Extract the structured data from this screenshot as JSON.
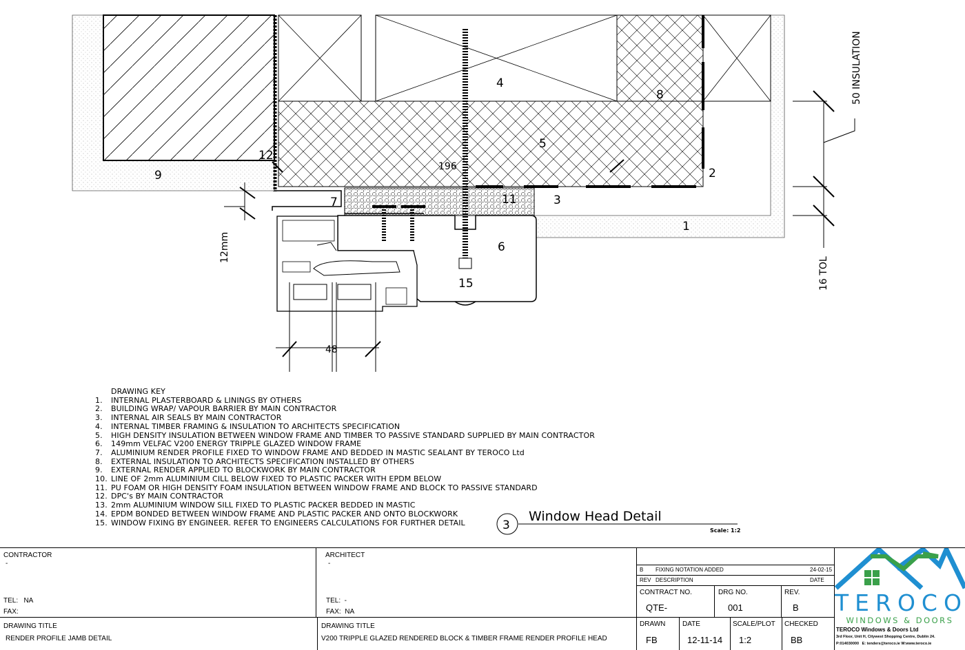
{
  "callouts": {
    "c1": "1",
    "c2": "2",
    "c3": "3",
    "c4": "4",
    "c5": "5",
    "c6": "6",
    "c7": "7",
    "c8": "8",
    "c9": "9",
    "c11": "11",
    "c12": "12",
    "c15": "15"
  },
  "dimensions": {
    "d196": "196",
    "d48": "48",
    "d12mm": "12mm",
    "d50": "50 INSULATION",
    "d16": "16 TOL"
  },
  "key": {
    "heading": "DRAWING KEY",
    "items": [
      {
        "n": "1.",
        "t": "INTERNAL PLASTERBOARD &  LININGS BY OTHERS"
      },
      {
        "n": "2.",
        "t": "BUILDING WRAP/ VAPOUR BARRIER BY MAIN CONTRACTOR"
      },
      {
        "n": "3.",
        "t": "INTERNAL AIR SEALS BY MAIN CONTRACTOR"
      },
      {
        "n": "4.",
        "t": "INTERNAL TIMBER FRAMING & INSULATION TO ARCHITECTS SPECIFICATION"
      },
      {
        "n": "5.",
        "t": "HIGH DENSITY INSULATION BETWEEN WINDOW FRAME AND TIMBER TO PASSIVE STANDARD SUPPLIED BY MAIN CONTRACTOR"
      },
      {
        "n": "6.",
        "t": "149mm VELFAC V200 ENERGY TRIPPLE GLAZED WINDOW FRAME"
      },
      {
        "n": "7.",
        "t": "ALUMINIUM RENDER PROFILE FIXED TO WINDOW FRAME AND BEDDED IN MASTIC SEALANT BY TEROCO Ltd"
      },
      {
        "n": "8.",
        "t": "EXTERNAL INSULATION TO ARCHITECTS SPECIFICATION INSTALLED BY OTHERS"
      },
      {
        "n": "9.",
        "t": "EXTERNAL RENDER APPLIED TO BLOCKWORK BY MAIN CONTRACTOR"
      },
      {
        "n": "10.",
        "t": "LINE OF 2mm ALUMINIUM CILL BELOW FIXED TO PLASTIC PACKER WITH EPDM BELOW"
      },
      {
        "n": "11.",
        "t": "PU FOAM OR HIGH DENSITY FOAM INSULATION BETWEEN WINDOW FRAME AND BLOCK TO PASSIVE STANDARD"
      },
      {
        "n": "12.",
        "t": "DPC's BY MAIN CONTRACTOR"
      },
      {
        "n": "13.",
        "t": "2mm ALUMINIUM WINDOW SILL FIXED TO PLASTIC PACKER BEDDED IN MASTIC"
      },
      {
        "n": "14.",
        "t": "EPDM BONDED BETWEEN WINDOW FRAME AND PLASTIC PACKER AND ONTO BLOCKWORK"
      },
      {
        "n": "15.",
        "t": "WINDOW FIXING BY ENGINEER. REFER TO ENGINEERS CALCULATIONS FOR FURTHER DETAIL"
      }
    ]
  },
  "view": {
    "number": "3",
    "title": "Window Head Detail",
    "scale": "Scale: 1:2"
  },
  "title_block": {
    "contractor_label": "CONTRACTOR",
    "contractor_value": "-",
    "contractor_tel": "TEL:   NA",
    "contractor_fax": "FAX:",
    "architect_label": "ARCHITECT",
    "architect_value": "-",
    "architect_tel": "TEL:  -",
    "architect_fax": "FAX:  NA",
    "drawing_title_label_1": "DRAWING TITLE",
    "drawing_title_1": "RENDER PROFILE JAMB DETAIL",
    "drawing_title_label_2": "DRAWING TITLE",
    "drawing_title_2": "V200 TRIPPLE GLAZED RENDERED BLOCK & TIMBER FRAME RENDER PROFILE HEAD",
    "rev_b": "B",
    "rev_b_desc": "FIXING NOTATION ADDED",
    "rev_b_date": "24-02-15",
    "rev_col": "REV",
    "desc_col": "DESCRIPTION",
    "date_col": "DATE",
    "contract_no_label": "CONTRACT NO.",
    "contract_no": "QTE-",
    "drg_no_label": "DRG NO.",
    "drg_no": "001",
    "rev_label": "REV.",
    "rev": "B",
    "drawn_label": "DRAWN",
    "drawn": "FB",
    "date_label": "DATE",
    "date": "12-11-14",
    "scale_label": "SCALE/PLOT",
    "scale": "1:2",
    "checked_label": "CHECKED",
    "checked": "BB"
  },
  "logo": {
    "brand": "TEROCO",
    "sub": "WINDOWS & DOORS",
    "company": "TEROCO Windows & Doors Ltd",
    "address": "3rd Floor, Unit H, Citywest Shopping Centre, Dublin 24.",
    "contact": "P:014030000   E: tenders@teroco.ie W:www.teroco.ie",
    "blue": "#1f8fd1",
    "green": "#3aa04a"
  }
}
